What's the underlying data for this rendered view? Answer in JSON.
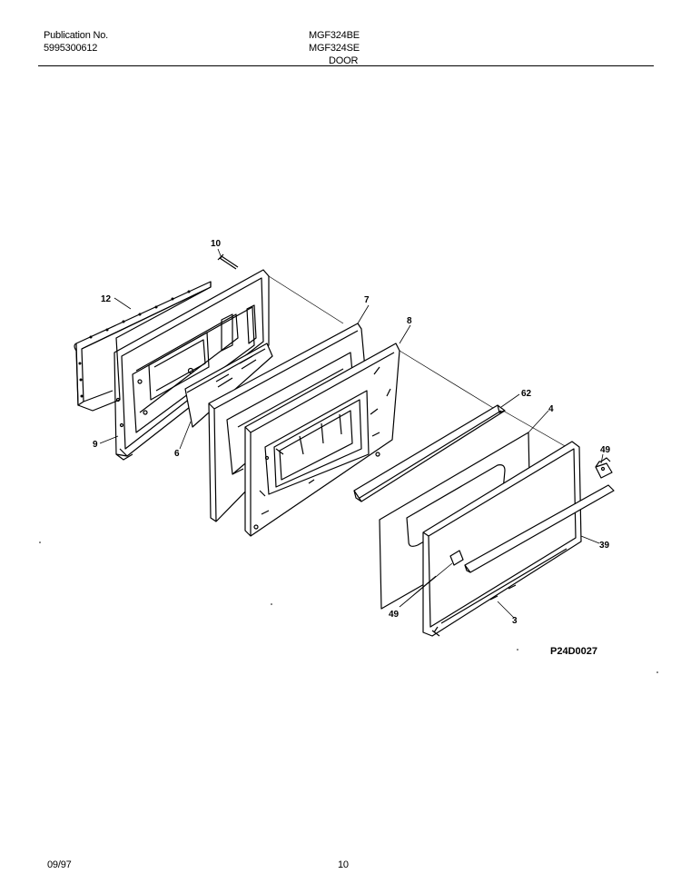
{
  "header": {
    "publication_label": "Publication No.",
    "publication_number": "5995300612",
    "model_1": "MGF324BE",
    "model_2": "MGF324SE",
    "section_title": "DOOR"
  },
  "diagram": {
    "callouts": [
      "10",
      "12",
      "7",
      "8",
      "9",
      "6",
      "62",
      "4",
      "49",
      "39",
      "49",
      "3"
    ],
    "figure_id": "P24D0027"
  },
  "footer": {
    "date": "09/97",
    "page_number": "10"
  }
}
